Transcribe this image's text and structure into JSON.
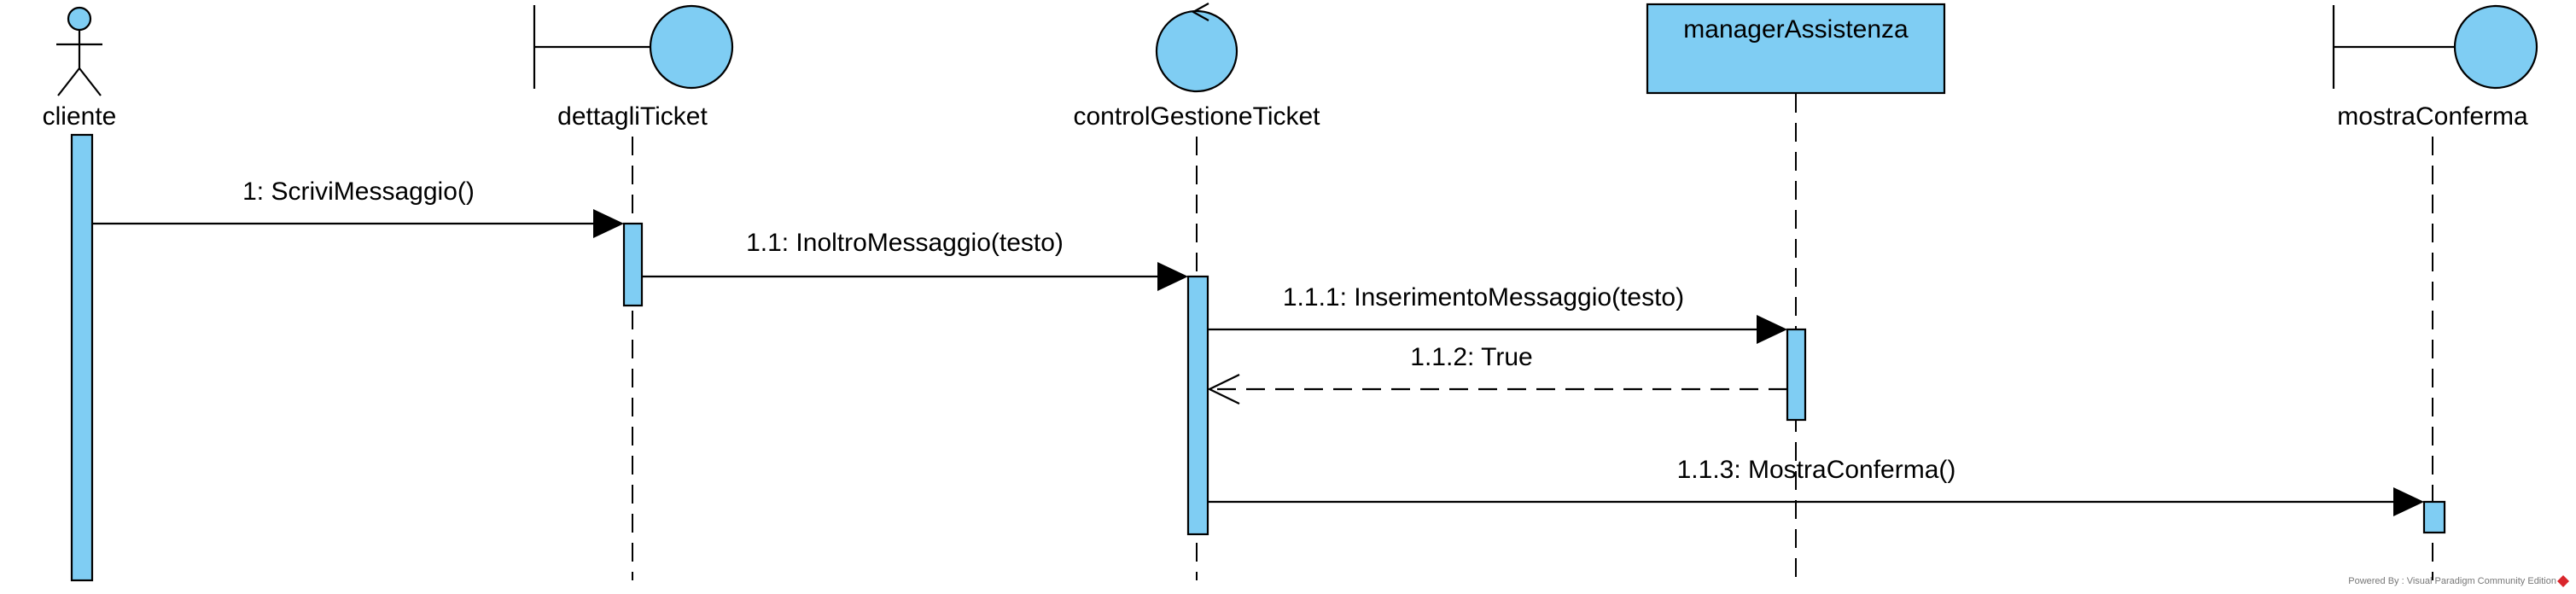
{
  "participants": [
    {
      "id": "cliente",
      "kind": "actor",
      "label": "cliente"
    },
    {
      "id": "dettagliTicket",
      "kind": "boundary",
      "label": "dettagliTicket"
    },
    {
      "id": "controlGestioneTicket",
      "kind": "control",
      "label": "controlGestioneTicket"
    },
    {
      "id": "managerAssistenza",
      "kind": "entity",
      "label": "managerAssistenza"
    },
    {
      "id": "mostraConferma",
      "kind": "boundary",
      "label": "mostraConferma"
    }
  ],
  "messages": [
    {
      "label": "1: ScriviMessaggio()",
      "from": "cliente",
      "to": "dettagliTicket",
      "type": "sync"
    },
    {
      "label": "1.1: InoltroMessaggio(testo)",
      "from": "dettagliTicket",
      "to": "controlGestioneTicket",
      "type": "sync"
    },
    {
      "label": "1.1.1: InserimentoMessaggio(testo)",
      "from": "controlGestioneTicket",
      "to": "managerAssistenza",
      "type": "sync"
    },
    {
      "label": "1.1.2: True",
      "from": "managerAssistenza",
      "to": "controlGestioneTicket",
      "type": "return"
    },
    {
      "label": "1.1.3: MostraConferma()",
      "from": "controlGestioneTicket",
      "to": "mostraConferma",
      "type": "sync"
    }
  ],
  "watermark": "Powered By : Visual Paradigm Community Edition",
  "colors": {
    "fill": "#7fcdf3",
    "stroke": "#000000",
    "logo": "#d9262c"
  }
}
